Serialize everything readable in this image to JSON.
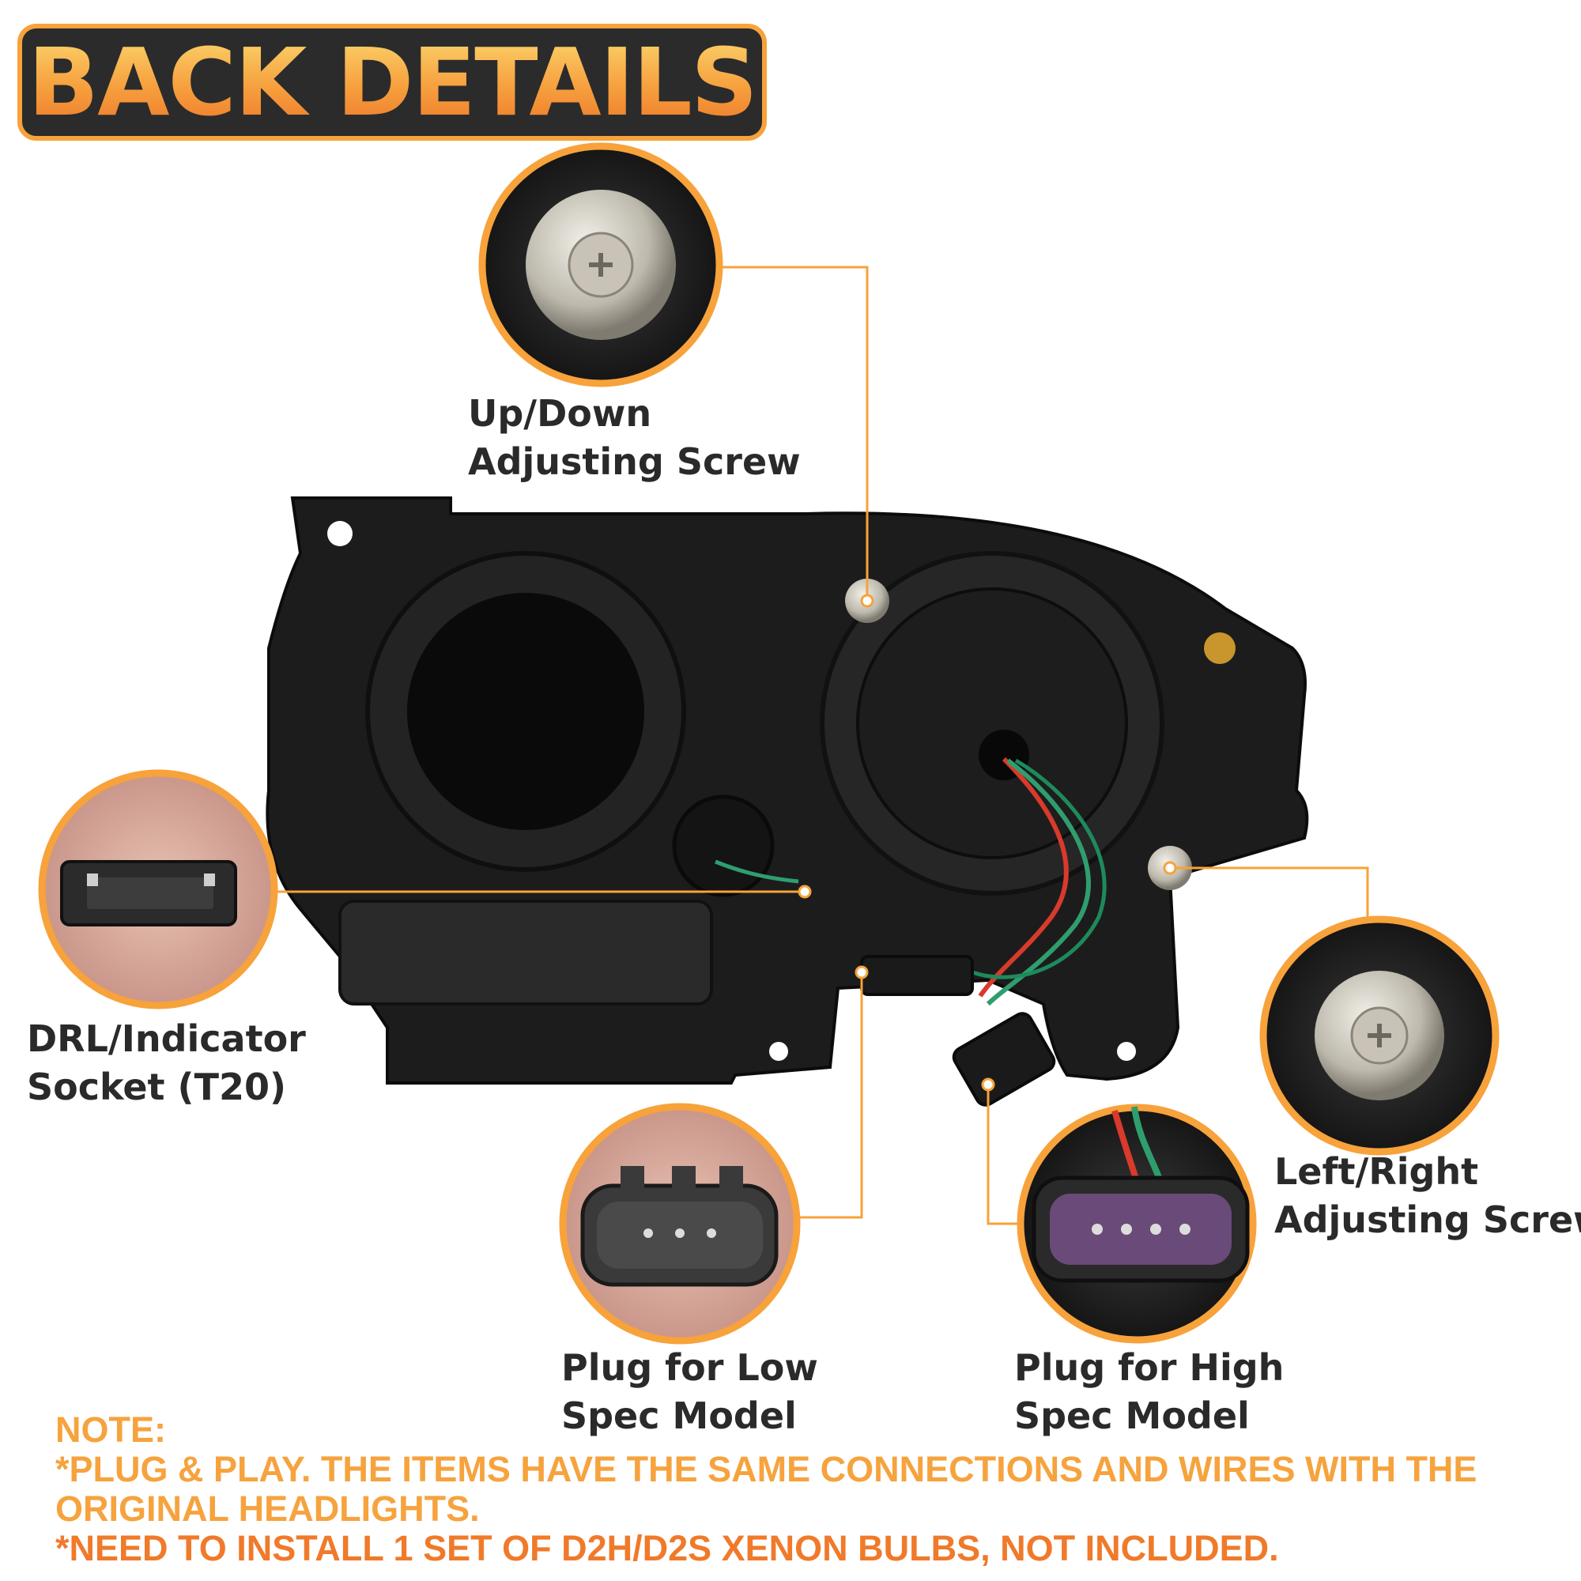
{
  "banner": {
    "title": "BACK DETAILS"
  },
  "callouts": {
    "up_down": {
      "line1": "Up/Down",
      "line2": "Adjusting Screw"
    },
    "drl": {
      "line1": "DRL/Indicator",
      "line2": "Socket (T20)"
    },
    "left_right": {
      "line1": "Left/Right",
      "line2": "Adjusting Screw"
    },
    "low_plug": {
      "line1": "Plug for Low",
      "line2": "Spec Model"
    },
    "high_plug": {
      "line1": "Plug for High",
      "line2": "Spec Model"
    }
  },
  "note": {
    "heading": "NOTE:",
    "line1": "*PLUG & PLAY. THE ITEMS HAVE THE SAME CONNECTIONS AND WIRES WITH THE",
    "line2": "ORIGINAL HEADLIGHTS.",
    "line3": "*NEED TO INSTALL 1 SET OF D2H/D2S XENON BULBS, NOT INCLUDED."
  },
  "colors": {
    "accent": "#f7a23b",
    "dark": "#2b2b2b",
    "note_yellow": "#f6a33e",
    "note_orange": "#f07a2a"
  },
  "icons": [
    "screw-icon",
    "socket-icon",
    "plug-3pin-icon",
    "plug-4pin-icon"
  ]
}
